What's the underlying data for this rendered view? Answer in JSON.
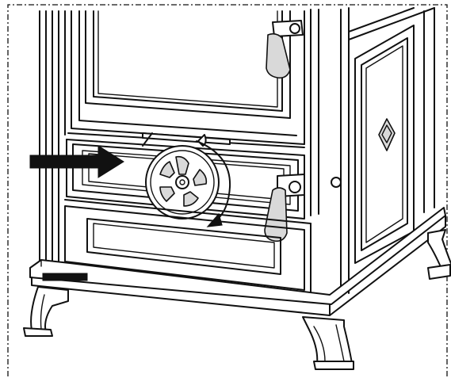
{
  "figure": {
    "subject": "stove-front-lower-section",
    "arrow_direction": "right",
    "rotation_direction": "clockwise",
    "colors": {
      "line": "#111111",
      "background": "#ffffff",
      "handle_fill": "#d9d9d9"
    }
  }
}
